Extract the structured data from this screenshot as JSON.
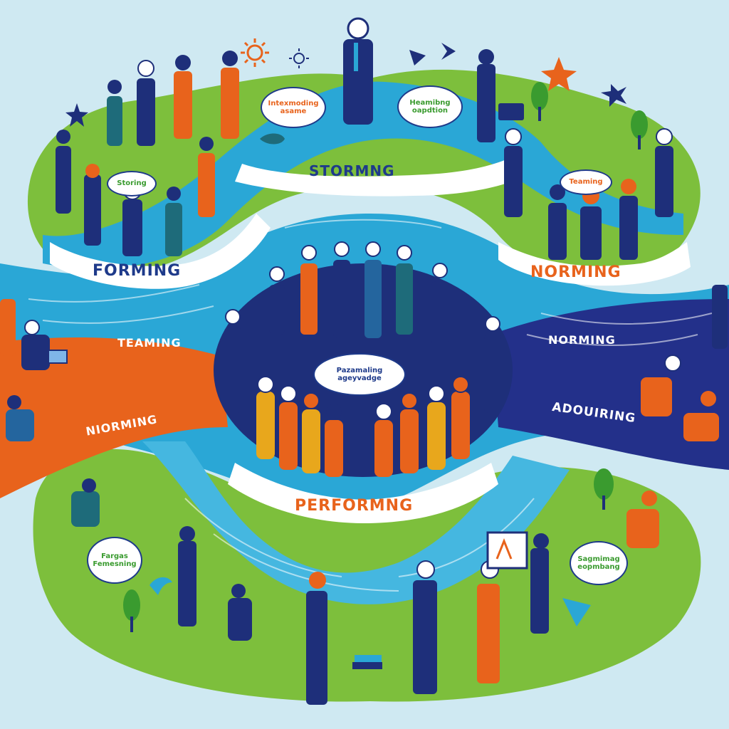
{
  "stages": {
    "forming": "FORMING",
    "storming": "STORMNG",
    "norming_top": "NORMING",
    "teaming": "TEAMING",
    "norming_mid": "NORMING",
    "norming_left": "NIORMING",
    "adjourning": "ADOUIRING",
    "performing": "PERFORMNG"
  },
  "bubbles": {
    "top_left": "Intexmoding asame",
    "top_right": "Heamibng oapdtion",
    "forming_area": "Storing",
    "norming_area": "Teaming",
    "center": "Pazamaling ageyvadge",
    "bottom_left": "Fargas Femesning",
    "bottom_right": "Sagmimag eopmbang"
  },
  "colors": {
    "background": "#cfe9f2",
    "land": "#7dbf3c",
    "water": "#2aa7d6",
    "navy": "#1e2f7a",
    "orange": "#e8631c",
    "ribbon": "#ffffff"
  },
  "icons": [
    "sun-icon",
    "star-icon",
    "sparkle-icon",
    "tree-icon",
    "arrow-icon",
    "easel-icon",
    "laptop-icon",
    "briefcase-icon",
    "bird-icon",
    "fish-icon",
    "books-icon"
  ]
}
